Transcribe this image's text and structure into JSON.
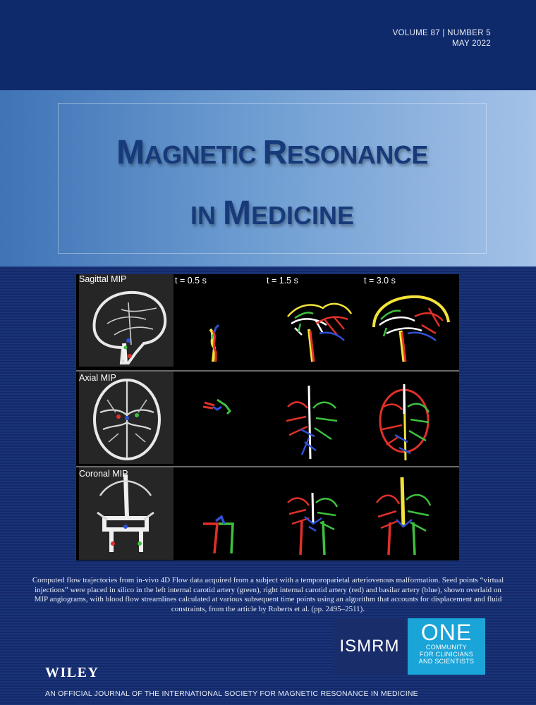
{
  "issue": {
    "volume": "VOLUME 87 | NUMBER 5",
    "date": "MAY 2022"
  },
  "title": {
    "line1_a": "M",
    "line1_b": "AGNETIC ",
    "line1_c": "R",
    "line1_d": "ESONANCE",
    "line2_a": "IN ",
    "line2_b": "M",
    "line2_c": "EDICINE"
  },
  "figure": {
    "rows": [
      {
        "label": "Sagittal MIP"
      },
      {
        "label": "Axial MIP"
      },
      {
        "label": "Coronal MIP"
      }
    ],
    "times": [
      "t = 0.5 s",
      "t = 1.5 s",
      "t = 3.0 s"
    ],
    "colors": {
      "green": "#3fbf3f",
      "red": "#e0302a",
      "blue": "#3050d8",
      "yellow": "#f2e23a",
      "white": "#ffffff"
    }
  },
  "caption": "Computed flow trajectories from in-vivo 4D Flow data acquired from a subject with a temporoparietal arteriovenous malformation. Seed points “virtual injections” were placed in silico in the left internal carotid artery (green), right internal carotid artery (red) and basilar artery (blue), shown overlaid on MIP angiograms, with blood flow streamlines calculated at various subsequent time points using an algorithm that accounts for displacement and fluid constraints, from the article by Roberts et al. (pp. 2495–2511).",
  "logos": {
    "ismrm": "ISMRM",
    "one_big": "ONE",
    "one_line1": "COMMUNITY",
    "one_line2": "FOR CLINICIANS",
    "one_line3": "AND SCIENTISTS"
  },
  "publisher": "WILEY",
  "footer": "AN OFFICIAL JOURNAL OF THE INTERNATIONAL SOCIETY FOR MAGNETIC RESONANCE IN MEDICINE"
}
